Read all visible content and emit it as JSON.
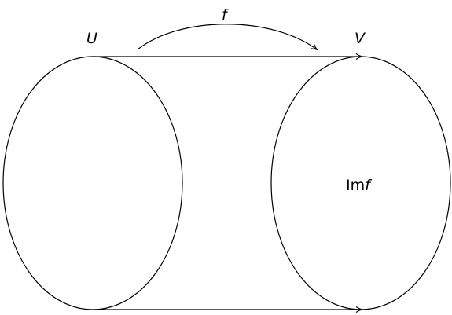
{
  "labels": {
    "domain_set": "U",
    "codomain_set": "V",
    "map_name": "f",
    "image_prefix": "Im",
    "image_symbol": "f"
  }
}
